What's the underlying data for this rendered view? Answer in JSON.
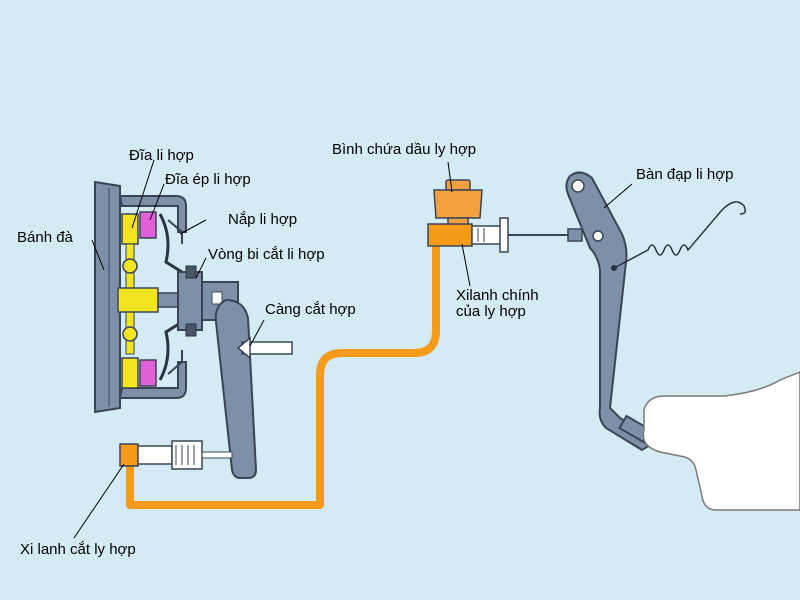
{
  "diagram": {
    "labels": {
      "clutch_disc": "Đĩa li hợp",
      "pressure_plate": "Đĩa ép li hợp",
      "clutch_cover": "Nắp li hợp",
      "flywheel": "Bánh đà",
      "release_bearing": "Vòng bi cắt li hợp",
      "release_fork": "Càng cắt hợp",
      "reservoir": "Bình chứa dầu ly hợp",
      "pedal": "Bàn đạp li hợp",
      "master_cylinder_line1": "Xilanh chính",
      "master_cylinder_line2": "của ly hợp",
      "slave_cylinder": "Xi lanh cắt ly hợp"
    },
    "colors": {
      "background": "#d4ebf3",
      "metal": "#7e8fa8",
      "metal_dark": "#4a5568",
      "disc": "#f2e51f",
      "pressure": "#e060d8",
      "hydraulic": "#f59a1b",
      "reservoir": "#f2a040"
    }
  }
}
